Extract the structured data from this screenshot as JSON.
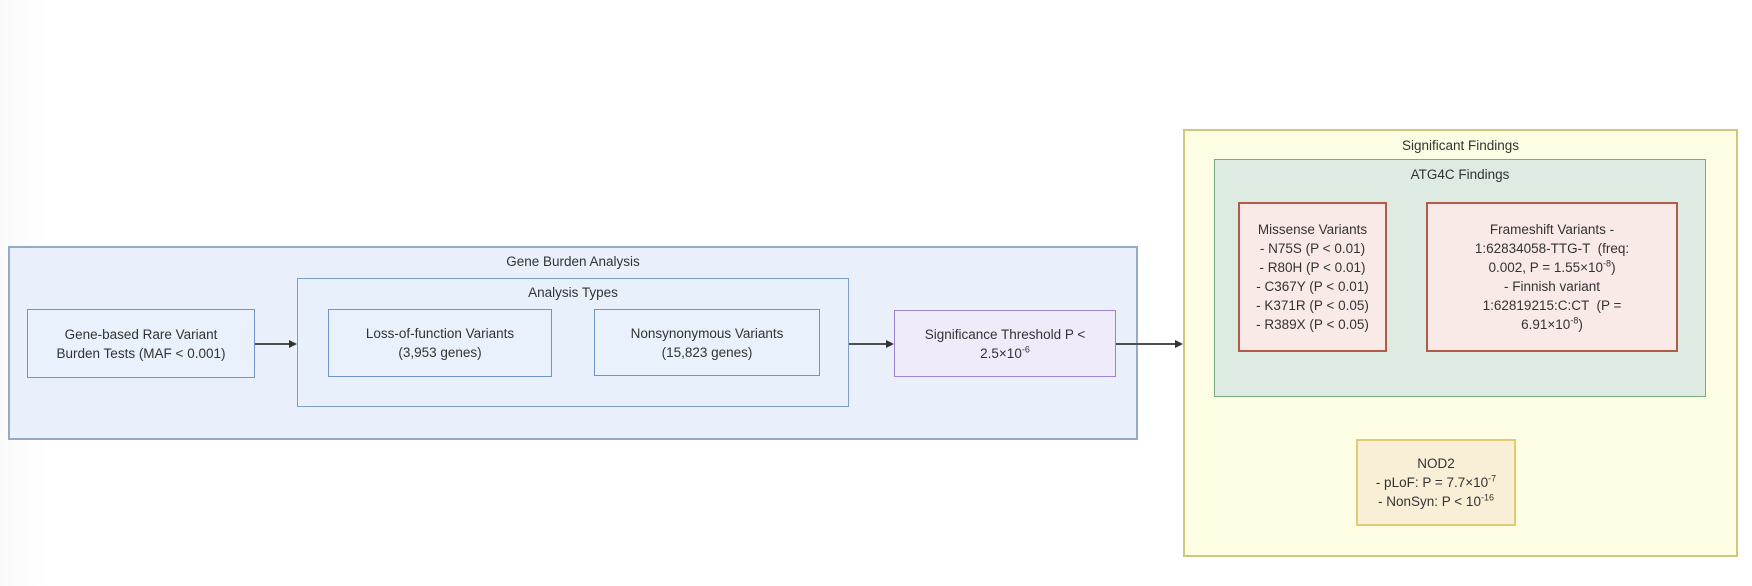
{
  "colors": {
    "text": "#333333",
    "arrow": "#4d4d4d",
    "blue_container_fill": "#e9f0fb",
    "blue_container_border": "#93abc9",
    "blue_node_fill": "#e9f1fc",
    "blue_node_border": "#6e96c8",
    "purple_node_fill": "#efebfb",
    "purple_node_border": "#9a86ce",
    "yellow_container_fill": "#fdfde3",
    "yellow_container_border": "#ccc97d",
    "green_container_fill": "#deebe2",
    "green_container_border": "#77aa85",
    "pink_node_fill": "#f9e9e7",
    "pink_node_border": "#b35b49",
    "gold_node_fill": "#f8efd6",
    "gold_node_border": "#e0ca74"
  },
  "gene_burden": {
    "title": "Gene Burden Analysis",
    "burden_tests": {
      "line1": "Gene-based Rare Variant",
      "line2": "Burden Tests (MAF < 0.001)"
    },
    "analysis_types": {
      "title": "Analysis Types",
      "lof": {
        "line1": "Loss-of-function Variants",
        "line2": "(3,953 genes)"
      },
      "nonsyn": {
        "line1": "Nonsynonymous Variants",
        "line2": "(15,823 genes)"
      }
    },
    "threshold": {
      "line1": "Significance Threshold P <",
      "line2_base": "2.5×10",
      "line2_sup": "-6"
    }
  },
  "significant_findings": {
    "title": "Significant Findings",
    "atg4c": {
      "title": "ATG4C Findings",
      "missense": {
        "title": "Missense Variants",
        "items": [
          "- N75S (P < 0.01)",
          "- R80H (P < 0.01)",
          "- C367Y (P < 0.01)",
          "- K371R (P < 0.05)",
          "- R389X (P < 0.05)"
        ]
      },
      "frameshift": {
        "line1": "Frameshift Variants -",
        "line2": "1:62834058-TTG-T  (freq:",
        "line3_base": "0.002, P = 1.55×10",
        "line3_sup": "-8",
        "line3_end": ")",
        "line4": "- Finnish variant",
        "line5": "1:62819215:C:CT  (P =",
        "line6_base": "6.91×10",
        "line6_sup": "-8",
        "line6_end": ")"
      }
    },
    "nod2": {
      "title": "NOD2",
      "line2_base": "- pLoF: P = 7.7×10",
      "line2_sup": "-7",
      "line3_base": "- NonSyn: P < 10",
      "line3_sup": "-16"
    }
  }
}
